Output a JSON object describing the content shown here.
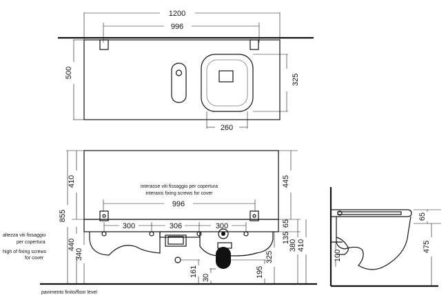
{
  "top_view": {
    "dim_width_total": "1200",
    "dim_width_fix": "996",
    "dim_depth": "500",
    "dim_basin_depth": "325",
    "dim_basin_width": "260"
  },
  "front_view": {
    "dim_cover_height": "410",
    "dim_total_height": "855",
    "dim_fix_height": "440",
    "dim_left_340": "340",
    "dim_right_445": "445",
    "dim_fix_spacing": "996",
    "dim_300_left": "300",
    "dim_306": "306",
    "dim_300_right": "300",
    "dim_135": "135",
    "dim_65": "65",
    "dim_380": "380",
    "dim_410_right": "410",
    "dim_325_right": "325",
    "dim_195": "195",
    "dim_161": "161",
    "dim_30": "30",
    "note_interaxis_it": "interasse viti fissaggio per copertura",
    "note_interaxis_en": "interaxis fixing screws for cover",
    "note_height_it_1": "altezza viti fissaggio",
    "note_height_it_2": "per copertura",
    "note_height_en_1": "high of fixing screws",
    "note_height_en_2": "for cover",
    "floor_label": "pavimento finito/floor level"
  },
  "side_view": {
    "dim_100": "100",
    "dim_65": "65",
    "dim_475": "475"
  }
}
